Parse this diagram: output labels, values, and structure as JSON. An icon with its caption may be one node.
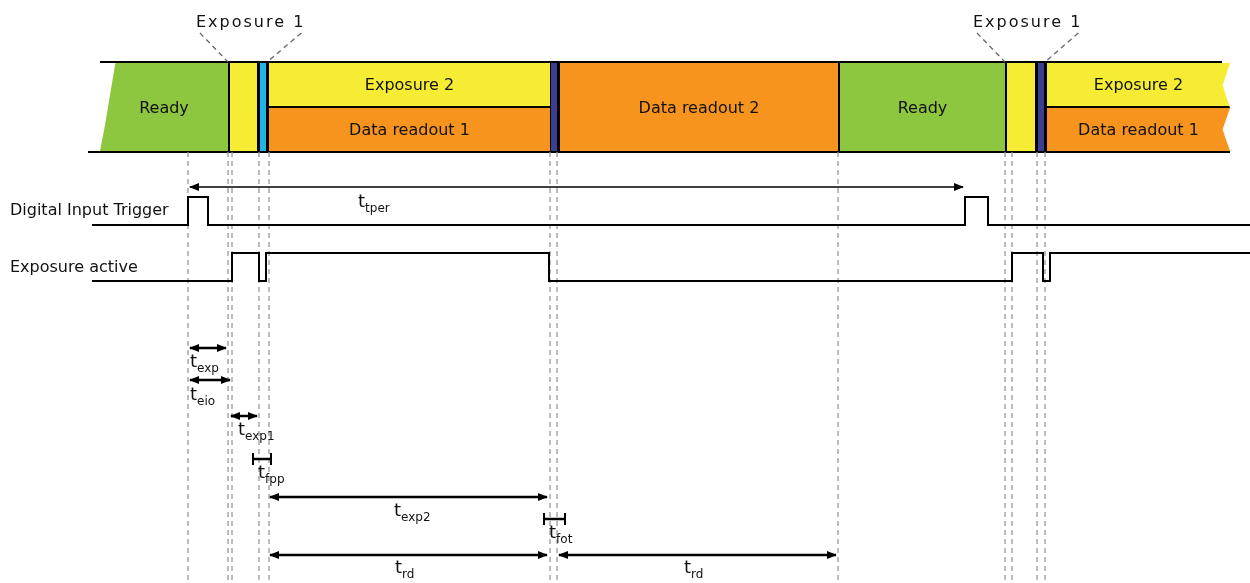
{
  "diagram": {
    "nodes": [
      {
        "text": [
          "Ready"
        ]
      },
      {
        "text": [],
        "shape": "box"
      },
      {
        "text": [],
        "shape": "bar"
      },
      {
        "text": [
          "Exposure 2"
        ]
      },
      {
        "text": [
          "Data readout 1"
        ]
      },
      {
        "text": [],
        "shape": "bar"
      },
      {
        "text": [
          "Data readout 2"
        ]
      },
      {
        "text": [
          "Ready"
        ]
      },
      {
        "text": [],
        "shape": "box"
      },
      {
        "text": [],
        "shape": "bar"
      },
      {
        "text": [
          "Exposure 2"
        ]
      },
      {
        "text": [
          "Data readout 1"
        ]
      },
      {
        "text": [
          "Exposure 1"
        ]
      },
      {
        "text": [
          "Exposure 1"
        ]
      }
    ],
    "edges": [
      {
        "from": 12,
        "to": 1,
        "arrow": "none",
        "style": "dashed"
      },
      {
        "from": 12,
        "to": 2,
        "arrow": "none",
        "style": "dashed"
      },
      {
        "from": 13,
        "to": 8,
        "arrow": "none",
        "style": "dashed"
      },
      {
        "from": 13,
        "to": 9,
        "arrow": "none",
        "style": "dashed"
      }
    ],
    "labels": [
      "Digital Input Trigger",
      "t$_{tper}$",
      "Exposure active",
      "t$_{exp}$",
      "t$_{eio}$",
      "t$_{exp1}$",
      "t$_{fpp}$",
      "t$_{exp2}$",
      "t$_{fot}$",
      "t$_{rd}$",
      "t$_{rd}$"
    ]
  }
}
